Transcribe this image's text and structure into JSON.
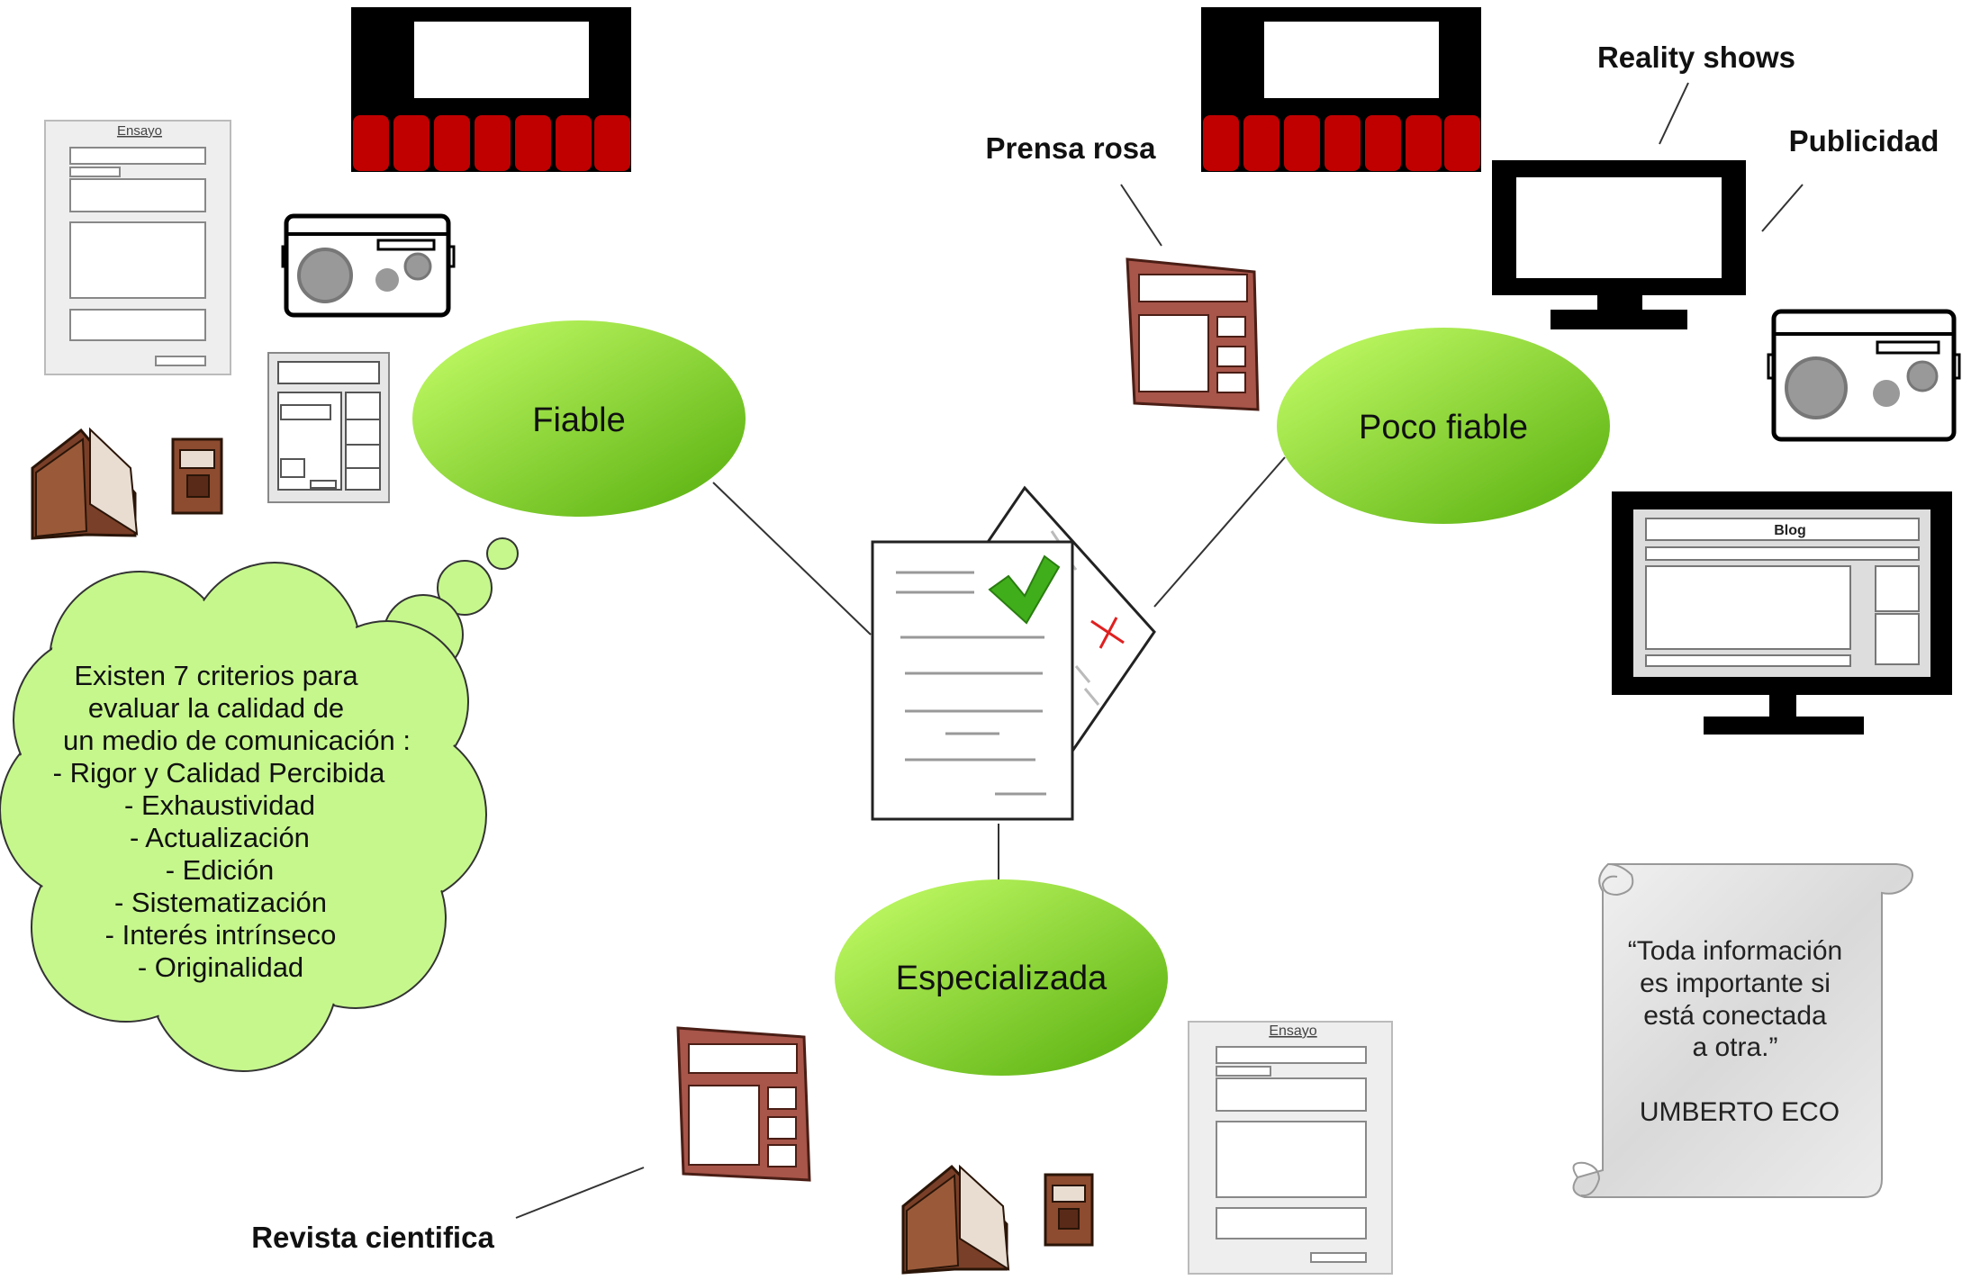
{
  "nodes": {
    "fiable": "Fiable",
    "poco_fiable": "Poco fiable",
    "especializada": "Especializada"
  },
  "labels": {
    "prensa_rosa": "Prensa rosa",
    "reality_shows": "Reality shows",
    "publicidad": "Publicidad",
    "revista_cientifica": "Revista cientifica"
  },
  "thought_bubble": {
    "lines": [
      "Existen 7 criterios para",
      "evaluar la calidad de",
      "un medio de comunicación :",
      "- Rigor y Calidad Percibida",
      "- Exhaustividad",
      "- Actualización",
      "- Edición",
      "- Sistematización",
      "- Interés intrínseco",
      "- Originalidad"
    ]
  },
  "quote": {
    "lines": [
      "“Toda información",
      "es importante si",
      "está conectada",
      "a otra.”"
    ],
    "author": "UMBERTO ECO"
  },
  "icon_texts": {
    "essay_title": "Ensayo",
    "blog_title": "Blog"
  },
  "colors": {
    "ellipse_light": "#b9f55a",
    "ellipse_dark": "#5fb80f",
    "bubble_fill": "#c6f78d",
    "cinema_seats": "#c00000",
    "magazine": "#a8554a",
    "check": "#3fae1a",
    "cross": "#e02020"
  }
}
